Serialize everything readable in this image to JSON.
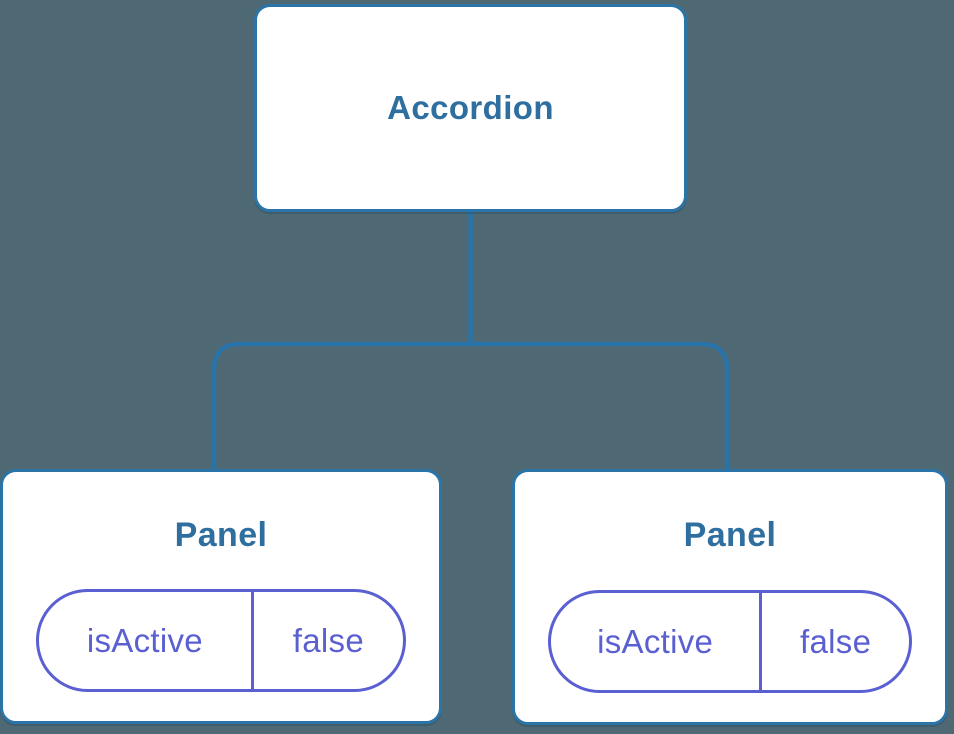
{
  "colors": {
    "background": "#4E6973",
    "node_fill": "#FFFFFF",
    "node_border": "#2B74A8",
    "node_label_text": "#2F6F9F",
    "connector_line": "#2873AA",
    "state_accent": "#5A5FD1"
  },
  "tree": {
    "root": {
      "label": "Accordion"
    },
    "children": [
      {
        "label": "Panel",
        "state": {
          "key": "isActive",
          "value": "false"
        }
      },
      {
        "label": "Panel",
        "state": {
          "key": "isActive",
          "value": "false"
        }
      }
    ]
  }
}
